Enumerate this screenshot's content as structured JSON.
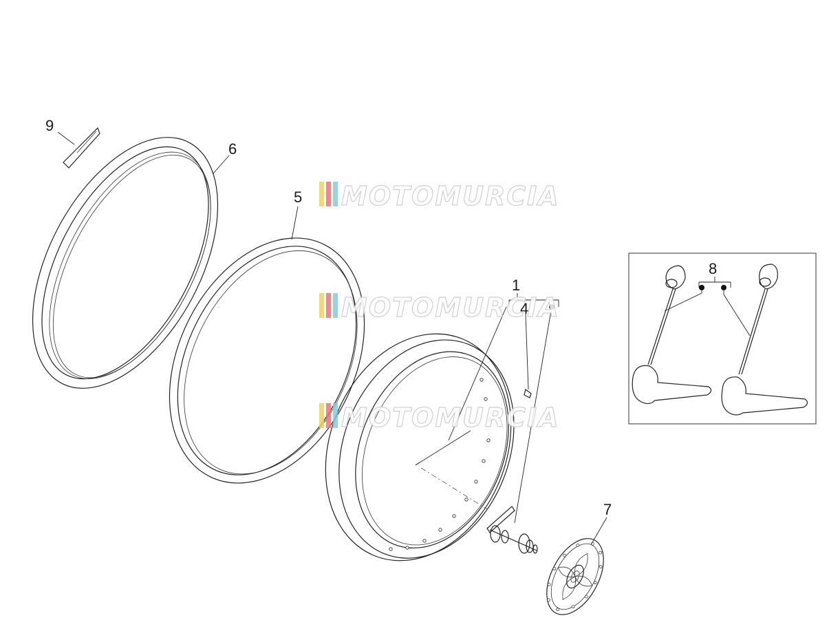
{
  "callouts": {
    "c1": "1",
    "c4": "4",
    "c5": "5",
    "c6": "6",
    "c7": "7",
    "c8": "8",
    "c9": "9"
  },
  "watermark": {
    "text": "MOTOMURCIA",
    "stripe_colors": [
      "#e8d36a",
      "#e07a7a",
      "#8fc8d8"
    ]
  }
}
